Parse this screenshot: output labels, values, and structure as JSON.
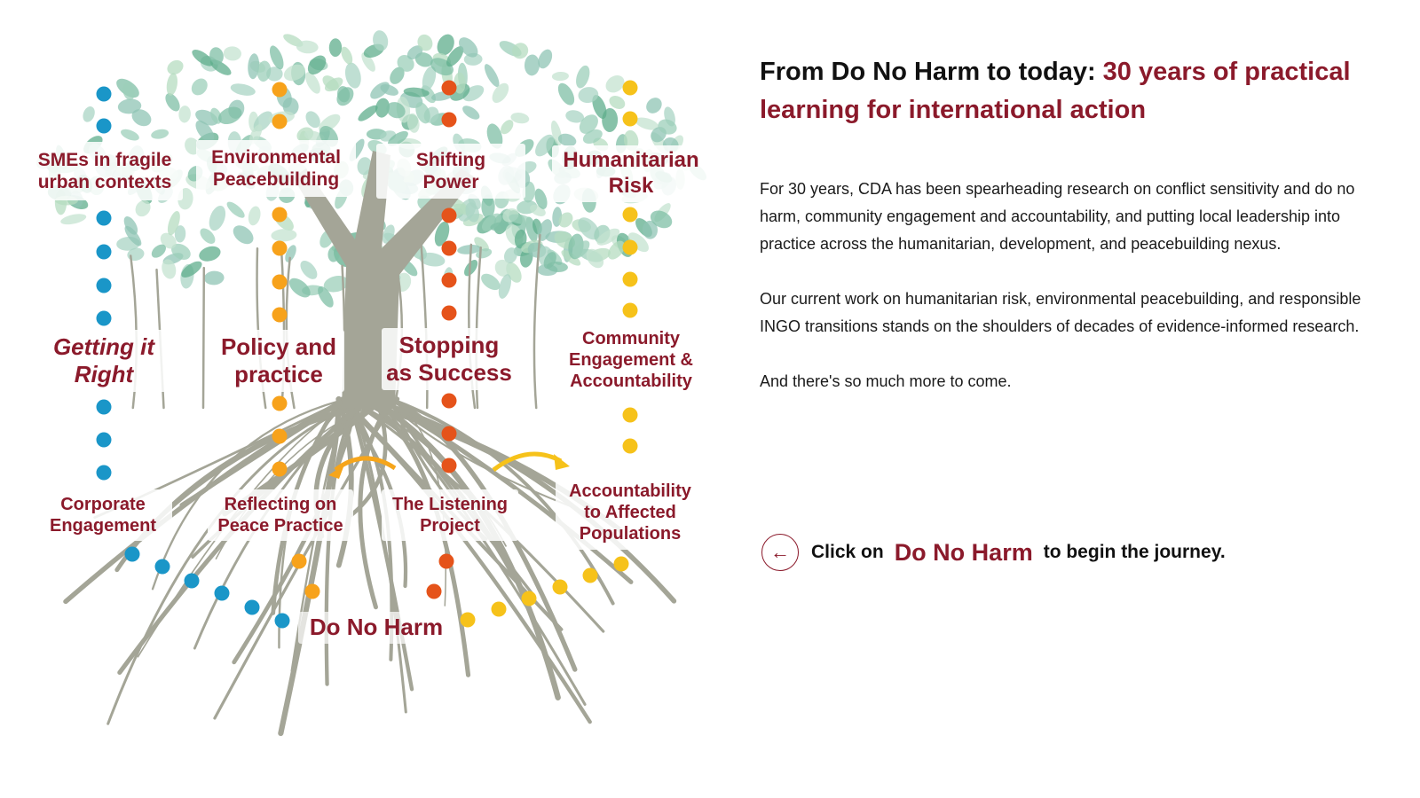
{
  "colors": {
    "accent": "#8b1a2b",
    "blue": "#1a96c8",
    "orange": "#f7a21b",
    "red": "#e5531a",
    "yellow": "#f6c21a"
  },
  "tree": {
    "labels": {
      "smes": [
        "SMEs in fragile",
        "urban contexts"
      ],
      "env": [
        "Environmental",
        "Peacebuilding"
      ],
      "shifting": [
        "Shifting",
        "Power"
      ],
      "humanitarian": [
        "Humanitarian",
        "Risk"
      ],
      "getting": [
        "Getting it",
        "Right"
      ],
      "policy": [
        "Policy and",
        "practice"
      ],
      "stopping": [
        "Stopping",
        "as Success"
      ],
      "community": [
        "Community",
        "Engagement &",
        "Accountability"
      ],
      "corporate": [
        "Corporate",
        "Engagement"
      ],
      "reflecting": [
        "Reflecting on",
        "Peace Practice"
      ],
      "listening": [
        "The Listening",
        "Project"
      ],
      "accountability": [
        "Accountability",
        "to Affected",
        "Populations"
      ],
      "root": "Do No Harm"
    }
  },
  "heading": {
    "part1": "From Do No Harm to today: ",
    "part2": "30 years of practical learning for international action"
  },
  "paragraphs": [
    "For 30 years, CDA has been spearheading research on conflict sensitivity and do no harm, community engagement and accountability, and putting local leadership into practice across the humanitarian, development, and peacebuilding nexus.",
    "Our current work on humanitarian risk, environmental peacebuilding, and responsible INGO transitions stands on the shoulders of decades of evidence-informed research.",
    "And there's so much more to come."
  ],
  "cta": {
    "icon": "arrow-left-circle-icon",
    "before": "Click on",
    "link": "Do No Harm",
    "after": "to begin the journey."
  }
}
